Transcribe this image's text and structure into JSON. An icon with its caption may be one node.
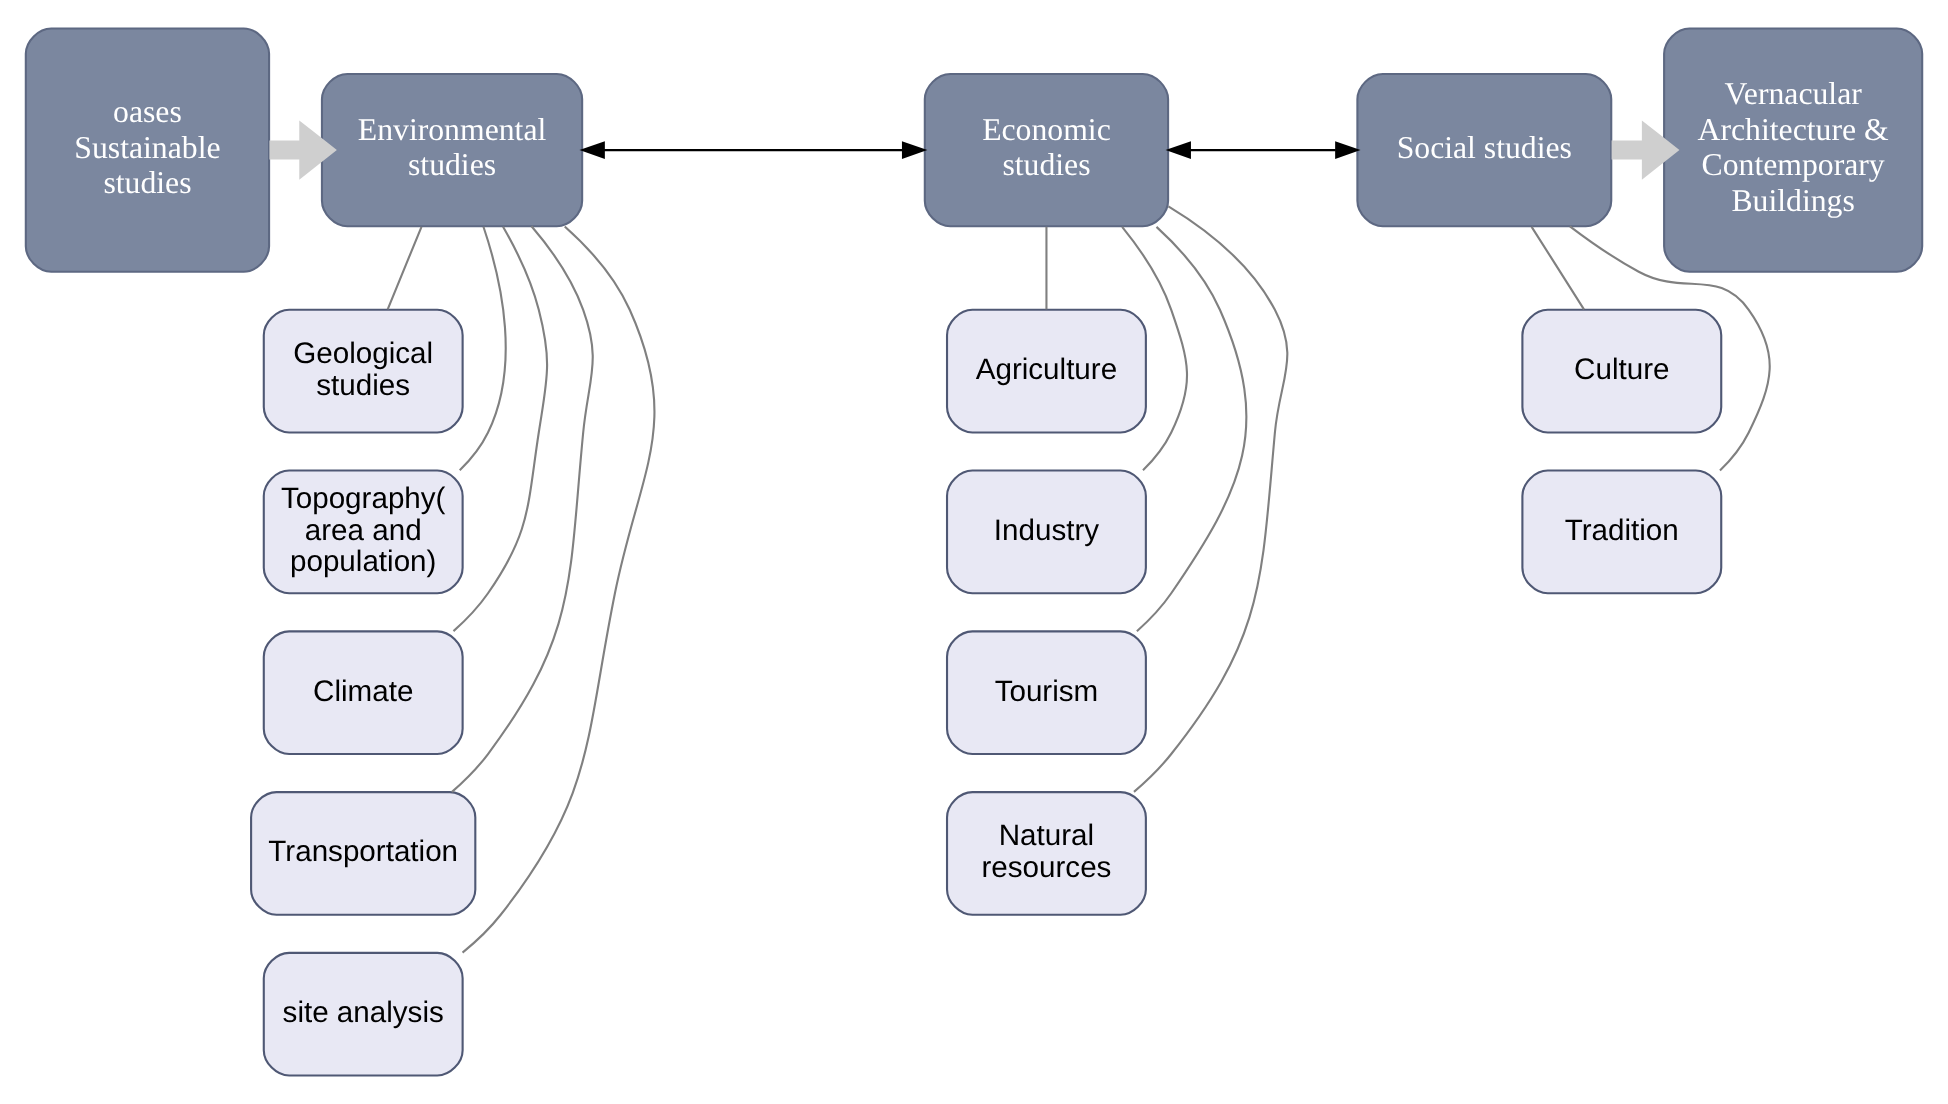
{
  "diagram": {
    "nodes": [
      {
        "text": [
          "oases Sustainable studies"
        ]
      },
      {
        "text": [
          "Environmental studies"
        ]
      },
      {
        "text": [
          "Economic studies"
        ]
      },
      {
        "text": [
          "Social studies"
        ]
      },
      {
        "text": [
          "Vernacular Architecture & Contemporary Buildings"
        ]
      },
      {
        "text": [
          "Geological studies"
        ]
      },
      {
        "text": [
          "Topography( area and population)"
        ]
      },
      {
        "text": [
          "Climate"
        ]
      },
      {
        "text": [
          "Transportation"
        ]
      },
      {
        "text": [
          "site analysis"
        ]
      },
      {
        "text": [
          "Agriculture"
        ]
      },
      {
        "text": [
          "Industry"
        ]
      },
      {
        "text": [
          "Tourism"
        ]
      },
      {
        "text": [
          "Natural resources"
        ]
      },
      {
        "text": [
          "Culture"
        ]
      },
      {
        "text": [
          "Tradition"
        ]
      }
    ],
    "edges": [
      {
        "from": 0,
        "to": 1,
        "arrow": "to",
        "style": "thick",
        "color": "#cfcfcf"
      },
      {
        "from": 1,
        "to": 2,
        "arrow": "both",
        "color": "#000000"
      },
      {
        "from": 2,
        "to": 3,
        "arrow": "both",
        "color": "#000000"
      },
      {
        "from": 3,
        "to": 4,
        "arrow": "to",
        "style": "thick",
        "color": "#cfcfcf"
      },
      {
        "from": 1,
        "to": 5,
        "arrow": "none"
      },
      {
        "from": 1,
        "to": 6,
        "arrow": "none"
      },
      {
        "from": 1,
        "to": 7,
        "arrow": "none"
      },
      {
        "from": 1,
        "to": 8,
        "arrow": "none"
      },
      {
        "from": 1,
        "to": 9,
        "arrow": "none"
      },
      {
        "from": 2,
        "to": 10,
        "arrow": "none"
      },
      {
        "from": 2,
        "to": 11,
        "arrow": "none"
      },
      {
        "from": 2,
        "to": 12,
        "arrow": "none"
      },
      {
        "from": 2,
        "to": 13,
        "arrow": "none"
      },
      {
        "from": 3,
        "to": 14,
        "arrow": "none"
      },
      {
        "from": 3,
        "to": 15,
        "arrow": "none"
      }
    ]
  }
}
